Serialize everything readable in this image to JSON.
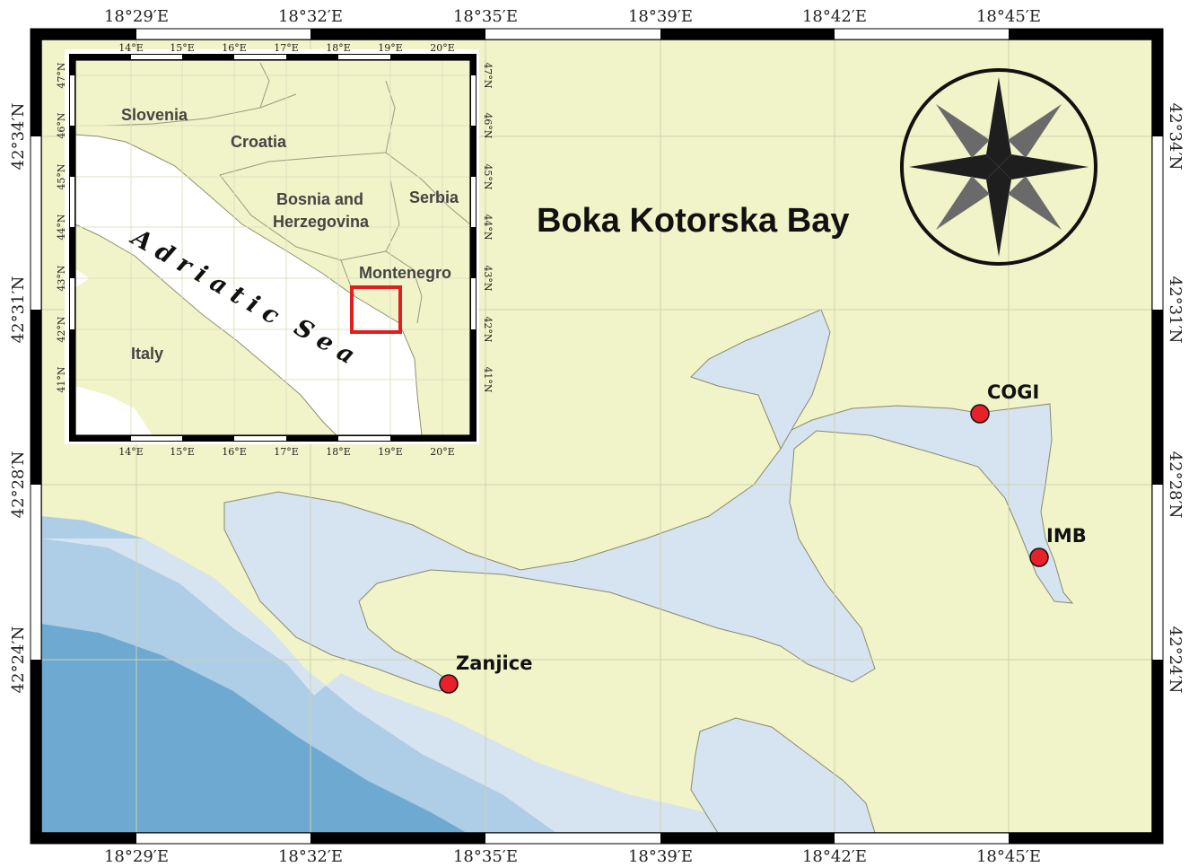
{
  "title": "Boka Kotorska Bay",
  "colors": {
    "land": "#f1f3c8",
    "bay_water": "#d6e4f2",
    "shelf_water": "#aecde6",
    "deep_water": "#6ea9d2",
    "marker": "#e8202a",
    "inset_frame": "#e02020"
  },
  "main_map": {
    "lon_ticks_top": [
      "18°29′E",
      "18°32′E",
      "18°35′E",
      "18°39′E",
      "18°42′E",
      "18°45′E"
    ],
    "lon_ticks_bottom": [
      "18°29′E",
      "18°32′E",
      "18°35′E",
      "18°39′E",
      "18°42′E",
      "18°45′E"
    ],
    "lat_ticks_left": [
      "42°34′N",
      "42°31′N",
      "42°28′N",
      "42°24′N"
    ],
    "lat_ticks_right": [
      "42°34′N",
      "42°31′N",
      "42°28′N",
      "42°24′N"
    ],
    "sites": [
      {
        "name": "COGI"
      },
      {
        "name": "IMB"
      },
      {
        "name": "Zanjice"
      }
    ],
    "compass_icon": "compass-rose-icon"
  },
  "inset_map": {
    "lon_ticks": [
      "14°E",
      "15°E",
      "16°E",
      "17°E",
      "18°E",
      "19°E",
      "20°E"
    ],
    "lat_ticks": [
      "47°N",
      "46°N",
      "45°N",
      "44°N",
      "43°N",
      "42°N",
      "41°N"
    ],
    "countries": {
      "slovenia": "Slovenia",
      "croatia": "Croatia",
      "bosnia_1": "Bosnia and",
      "bosnia_2": "Herzegovina",
      "serbia": "Serbia",
      "montenegro": "Montenegro",
      "italy": "Italy"
    },
    "sea": "Adriatic Sea",
    "sea_words": [
      "Adriatic",
      "Sea"
    ]
  }
}
